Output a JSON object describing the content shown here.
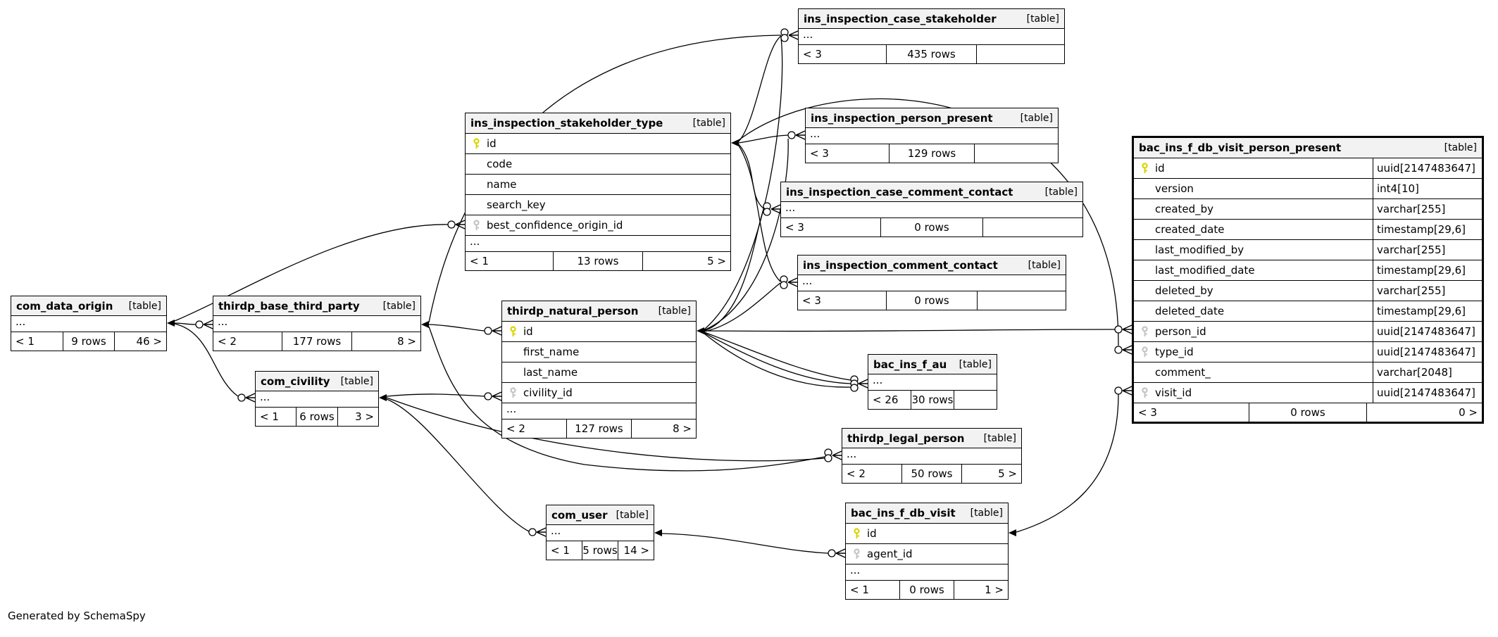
{
  "note": "Generated by SchemaSpy",
  "badge": "[table]",
  "ellipsis": "...",
  "colors": {
    "primary_key": "#d9d400",
    "foreign_key": "#c4c4c4",
    "header_bg": "#f2f2f2",
    "line": "#000000",
    "background": "#ffffff"
  },
  "tables": {
    "com_data_origin": {
      "name": "com_data_origin",
      "footer": [
        "< 1",
        "9 rows",
        "46 >"
      ]
    },
    "thirdp_base_third_party": {
      "name": "thirdp_base_third_party",
      "footer": [
        "< 2",
        "177 rows",
        "8 >"
      ]
    },
    "com_civility": {
      "name": "com_civility",
      "footer": [
        "< 1",
        "6 rows",
        "3 >"
      ]
    },
    "ins_inspection_stakeholder_type": {
      "name": "ins_inspection_stakeholder_type",
      "columns": [
        {
          "name": "id",
          "key": "pk"
        },
        {
          "name": "code",
          "key": ""
        },
        {
          "name": "name",
          "key": ""
        },
        {
          "name": "search_key",
          "key": ""
        },
        {
          "name": "best_confidence_origin_id",
          "key": "fk"
        }
      ],
      "footer": [
        "< 1",
        "13 rows",
        "5 >"
      ]
    },
    "thirdp_natural_person": {
      "name": "thirdp_natural_person",
      "columns": [
        {
          "name": "id",
          "key": "pk"
        },
        {
          "name": "first_name",
          "key": ""
        },
        {
          "name": "last_name",
          "key": ""
        },
        {
          "name": "civility_id",
          "key": "fk"
        }
      ],
      "footer": [
        "< 2",
        "127 rows",
        "8 >"
      ]
    },
    "ins_inspection_case_stakeholder": {
      "name": "ins_inspection_case_stakeholder",
      "footer": [
        "< 3",
        "435 rows",
        ""
      ]
    },
    "ins_inspection_person_present": {
      "name": "ins_inspection_person_present",
      "footer": [
        "< 3",
        "129 rows",
        ""
      ]
    },
    "ins_inspection_case_comment_contact": {
      "name": "ins_inspection_case_comment_contact",
      "footer": [
        "< 3",
        "0 rows",
        ""
      ]
    },
    "ins_inspection_comment_contact": {
      "name": "ins_inspection_comment_contact",
      "footer": [
        "< 3",
        "0 rows",
        ""
      ]
    },
    "bac_ins_f_au": {
      "name": "bac_ins_f_au",
      "footer": [
        "< 26",
        "30 rows",
        ""
      ]
    },
    "thirdp_legal_person": {
      "name": "thirdp_legal_person",
      "footer": [
        "< 2",
        "50 rows",
        "5 >"
      ]
    },
    "com_user": {
      "name": "com_user",
      "footer": [
        "< 1",
        "5 rows",
        "14 >"
      ]
    },
    "bac_ins_f_db_visit": {
      "name": "bac_ins_f_db_visit",
      "columns": [
        {
          "name": "id",
          "key": "pk"
        },
        {
          "name": "agent_id",
          "key": "fk"
        }
      ],
      "footer": [
        "< 1",
        "0 rows",
        "1 >"
      ]
    },
    "bac_ins_f_db_visit_person_present": {
      "name": "bac_ins_f_db_visit_person_present",
      "columns": [
        {
          "name": "id",
          "type": "uuid[2147483647]",
          "key": "pk"
        },
        {
          "name": "version",
          "type": "int4[10]",
          "key": ""
        },
        {
          "name": "created_by",
          "type": "varchar[255]",
          "key": ""
        },
        {
          "name": "created_date",
          "type": "timestamp[29,6]",
          "key": ""
        },
        {
          "name": "last_modified_by",
          "type": "varchar[255]",
          "key": ""
        },
        {
          "name": "last_modified_date",
          "type": "timestamp[29,6]",
          "key": ""
        },
        {
          "name": "deleted_by",
          "type": "varchar[255]",
          "key": ""
        },
        {
          "name": "deleted_date",
          "type": "timestamp[29,6]",
          "key": ""
        },
        {
          "name": "person_id",
          "type": "uuid[2147483647]",
          "key": "fk"
        },
        {
          "name": "type_id",
          "type": "uuid[2147483647]",
          "key": "fk"
        },
        {
          "name": "comment_",
          "type": "varchar[2048]",
          "key": ""
        },
        {
          "name": "visit_id",
          "type": "uuid[2147483647]",
          "key": "fk"
        }
      ],
      "footer": [
        "< 3",
        "0 rows",
        "0 >"
      ]
    }
  }
}
